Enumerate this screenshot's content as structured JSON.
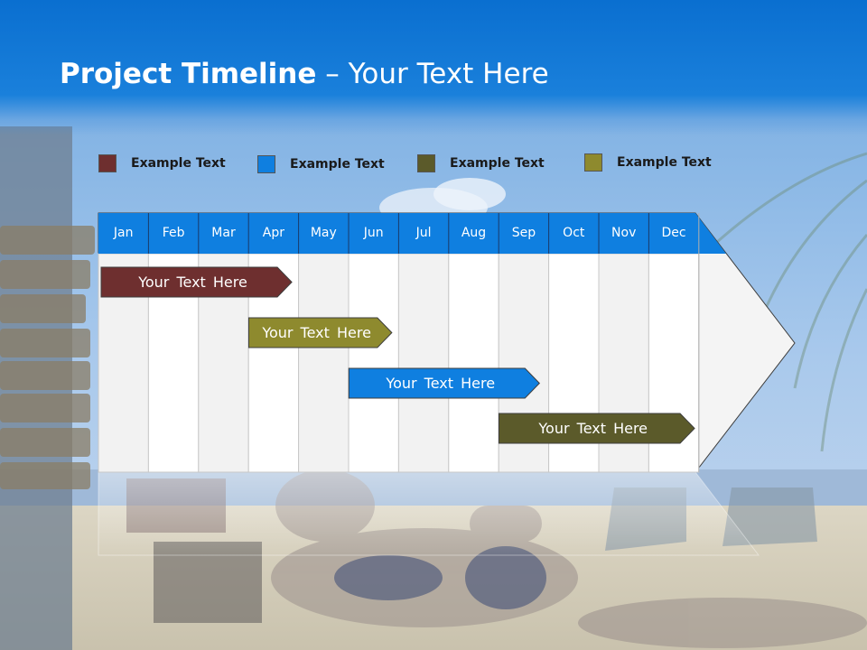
{
  "title": {
    "bold": "Project Timeline",
    "rest": " – Your Text Here"
  },
  "legend": [
    {
      "label": "Example Text",
      "color": "#6e2f2f"
    },
    {
      "label": "Example Text",
      "color": "#0f7fe0"
    },
    {
      "label": "Example Text",
      "color": "#5b5a2a"
    },
    {
      "label": "Example Text",
      "color": "#8e8a2e"
    }
  ],
  "months": [
    "Jan",
    "Feb",
    "Mar",
    "Apr",
    "May",
    "Jun",
    "Jul",
    "Aug",
    "Sep",
    "Oct",
    "Nov",
    "Dec"
  ],
  "tasks": [
    {
      "label": "Your  Text Here",
      "start_month": 0.0,
      "end_month": 3.9,
      "color": "#6e2f2f"
    },
    {
      "label": "Your  Text Here",
      "start_month": 2.95,
      "end_month": 5.9,
      "color": "#8e8a2e"
    },
    {
      "label": "Your  Text Here",
      "start_month": 4.95,
      "end_month": 8.85,
      "color": "#0f7fe0"
    },
    {
      "label": "Your  Text Here",
      "start_month": 7.95,
      "end_month": 11.95,
      "color": "#5b5a2a"
    }
  ],
  "colors": {
    "header_blue": "#0a6fd0",
    "month_header": "#0f7fe0",
    "column_light": "#f2f2f2",
    "column_white": "#ffffff"
  }
}
